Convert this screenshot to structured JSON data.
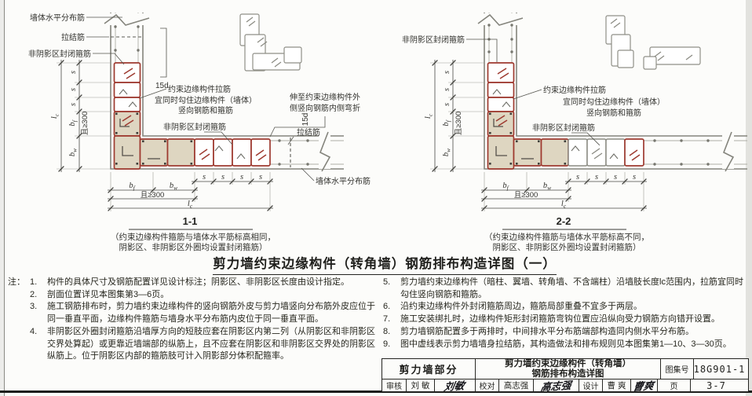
{
  "page": {
    "main_title": "剪力墙约束边缘构件（转角墙）钢筋排布构造详图（一）",
    "notes_label": "注：",
    "notes_left": [
      {
        "no": "1.",
        "text": "构件的具体尺寸及钢筋配置详见设计标注；阴影区、非阴影区长度由设计指定。"
      },
      {
        "no": "2.",
        "text": "剖面位置详见本图集第3—6页。"
      },
      {
        "no": "3.",
        "text": "施工钢筋排布时，剪力墙约束边缘构件的竖向钢筋外皮与剪力墙竖向分布筋外皮应位于同一垂直平面，边缘构件箍筋与墙身水平分布筋内皮位于同一垂直平面。"
      },
      {
        "no": "4.",
        "text": "非阴影区外圈封闭箍筋沿墙厚方向的短肢应套在阴影区内第二列（从阴影区和非阴影区交界处算起）或更靠近墙端部的纵筋上，且不应套在阴影区和非阴影区交界处的阴影区纵筋上。位于阴影区内部的箍筋肢可计入阴影部分体积配箍率。"
      }
    ],
    "notes_right": [
      {
        "no": "5.",
        "text": "剪力墙约束边缘构件（暗柱、翼墙、转角墙、不含端柱）沿墙肢长度lc范围内，拉筋宜同时勾住竖向钢筋和箍筋。"
      },
      {
        "no": "6.",
        "text": "沿约束边缘构件外封闭箍筋周边，箍筋局部重叠不宜多于两层。"
      },
      {
        "no": "7.",
        "text": "施工安装绑扎时，边缘构件矩形封闭箍筋弯钩位置应沿纵向受力钢筋方向错开设置。"
      },
      {
        "no": "8.",
        "text": "剪力墙钢筋配置多于两排时，中间排水平分布筋端部构造同内侧水平分布筋。"
      },
      {
        "no": "9.",
        "text": "图中虚线表示剪力墙墙身拉结筋，其构造做法和排布规则见本图集第1—10、3—30页。"
      }
    ]
  },
  "dims": {
    "l": "l",
    "c": "c",
    "b": "b",
    "f": "f",
    "w": "w",
    "s": "s",
    "ge300": "且≥300",
    "d15": "15d"
  },
  "colors": {
    "stirrup_red": "#9e3a30",
    "shadow_fill": "#ded6c1",
    "wall_grey": "#84847c"
  },
  "diagram1": {
    "section_label": "1-1",
    "caption_line1": "（约束边缘构件箍筋与墙体水平筋标高相同，",
    "caption_line2": "阴影区、非阴影区外圈均设置封闭箍筋）",
    "labels": {
      "wall_horizontal_bars": "墙体水平分布筋",
      "tie_bar": "拉结筋",
      "non_shadow_hoop": "非阴影区封闭箍筋",
      "confined_tie": "约束边缘构件拉筋",
      "confined_tie_note1": "宜同时勾住边缘构件（墙体）",
      "confined_tie_note2": "竖向钢筋和箍筋",
      "non_shadow_hoop2": "非阴影区封闭箍筋",
      "extend_note1": "伸至约束边缘构件外",
      "extend_note2": "侧竖向钢筋内侧弯折",
      "tie_bar2": "拉结筋",
      "wall_horizontal_bars2": "墙体水平分布筋"
    }
  },
  "diagram2": {
    "section_label": "2-2",
    "caption_line1": "（约束边缘构件箍筋与墙体水平筋标高不同，",
    "caption_line2": "阴影区、非阴影区外圈均设置封闭箍筋）",
    "labels": {
      "non_shadow_hoop": "非阴影区封闭箍筋",
      "confined_tie": "约束边缘构件拉筋",
      "confined_tie_note1": "宜同时勾住边缘构件（墙体）",
      "confined_tie_note2": "竖向钢筋和箍筋",
      "non_shadow_hoop2": "非阴影区封闭箍筋"
    }
  },
  "title_block": {
    "part": "剪力墙部分",
    "sheet_title_line1": "剪力墙约束边缘构件（转角墙）",
    "sheet_title_line2": "钢筋排布构造详图",
    "atlas_label": "图集号",
    "atlas_no": "18G901-1",
    "page_label": "页",
    "page_no": "3-7",
    "reviewer_label": "审核",
    "reviewer": "刘  敏",
    "reviewer_sig": "刘敏",
    "checker_label": "校对",
    "checker": "高志强",
    "checker_sig": "高志强",
    "designer_label": "设计",
    "designer": "曹  爽",
    "designer_sig": "曹爽"
  }
}
